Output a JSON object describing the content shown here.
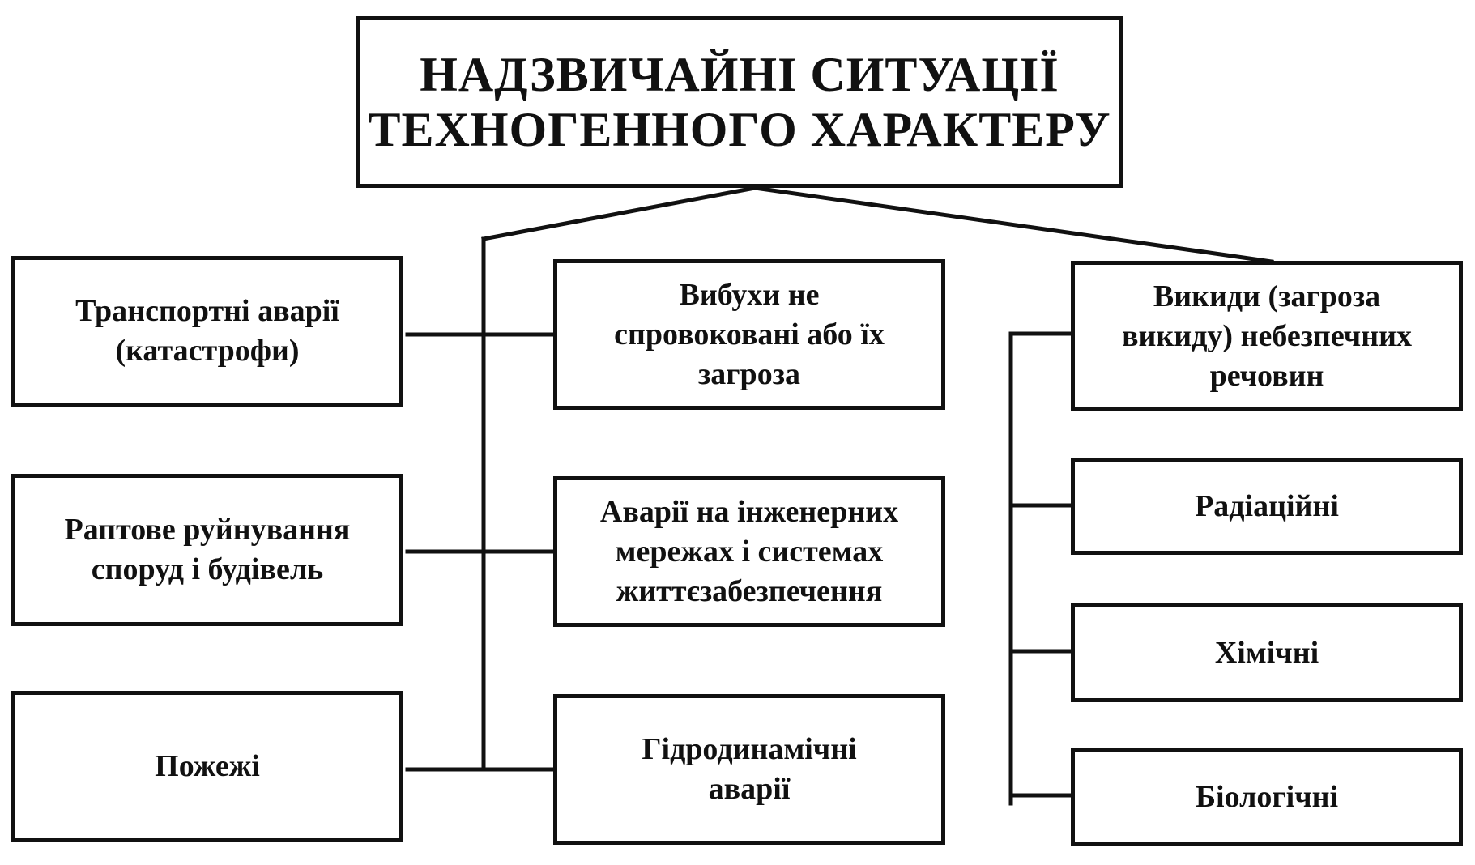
{
  "title": [
    "НАДЗВИЧАЙНІ СИТУАЦІЇ",
    "ТЕХНОГЕННОГО ХАРАКТЕРУ"
  ],
  "left_column": [
    {
      "lines": [
        "Транспортні аварії",
        "(катастрофи)"
      ]
    },
    {
      "lines": [
        "Раптове руйнування",
        "споруд і будівель"
      ]
    },
    {
      "lines": [
        "Пожежі"
      ]
    }
  ],
  "middle_column": [
    {
      "lines": [
        "Вибухи не",
        "спровоковані або їх",
        "загроза"
      ]
    },
    {
      "lines": [
        "Аварії на інженерних",
        "мережах і системах",
        "життєзабезпечення"
      ]
    },
    {
      "lines": [
        "Гідродинамічні",
        "аварії"
      ]
    }
  ],
  "right_column": [
    {
      "lines": [
        "Викиди (загроза",
        "викиду) небезпечних",
        "речовин"
      ]
    },
    {
      "lines": [
        "Радіаційні"
      ]
    },
    {
      "lines": [
        "Хімічні"
      ]
    },
    {
      "lines": [
        "Біологічні"
      ]
    }
  ],
  "colors": {
    "line": "#111111",
    "background": "#ffffff"
  }
}
